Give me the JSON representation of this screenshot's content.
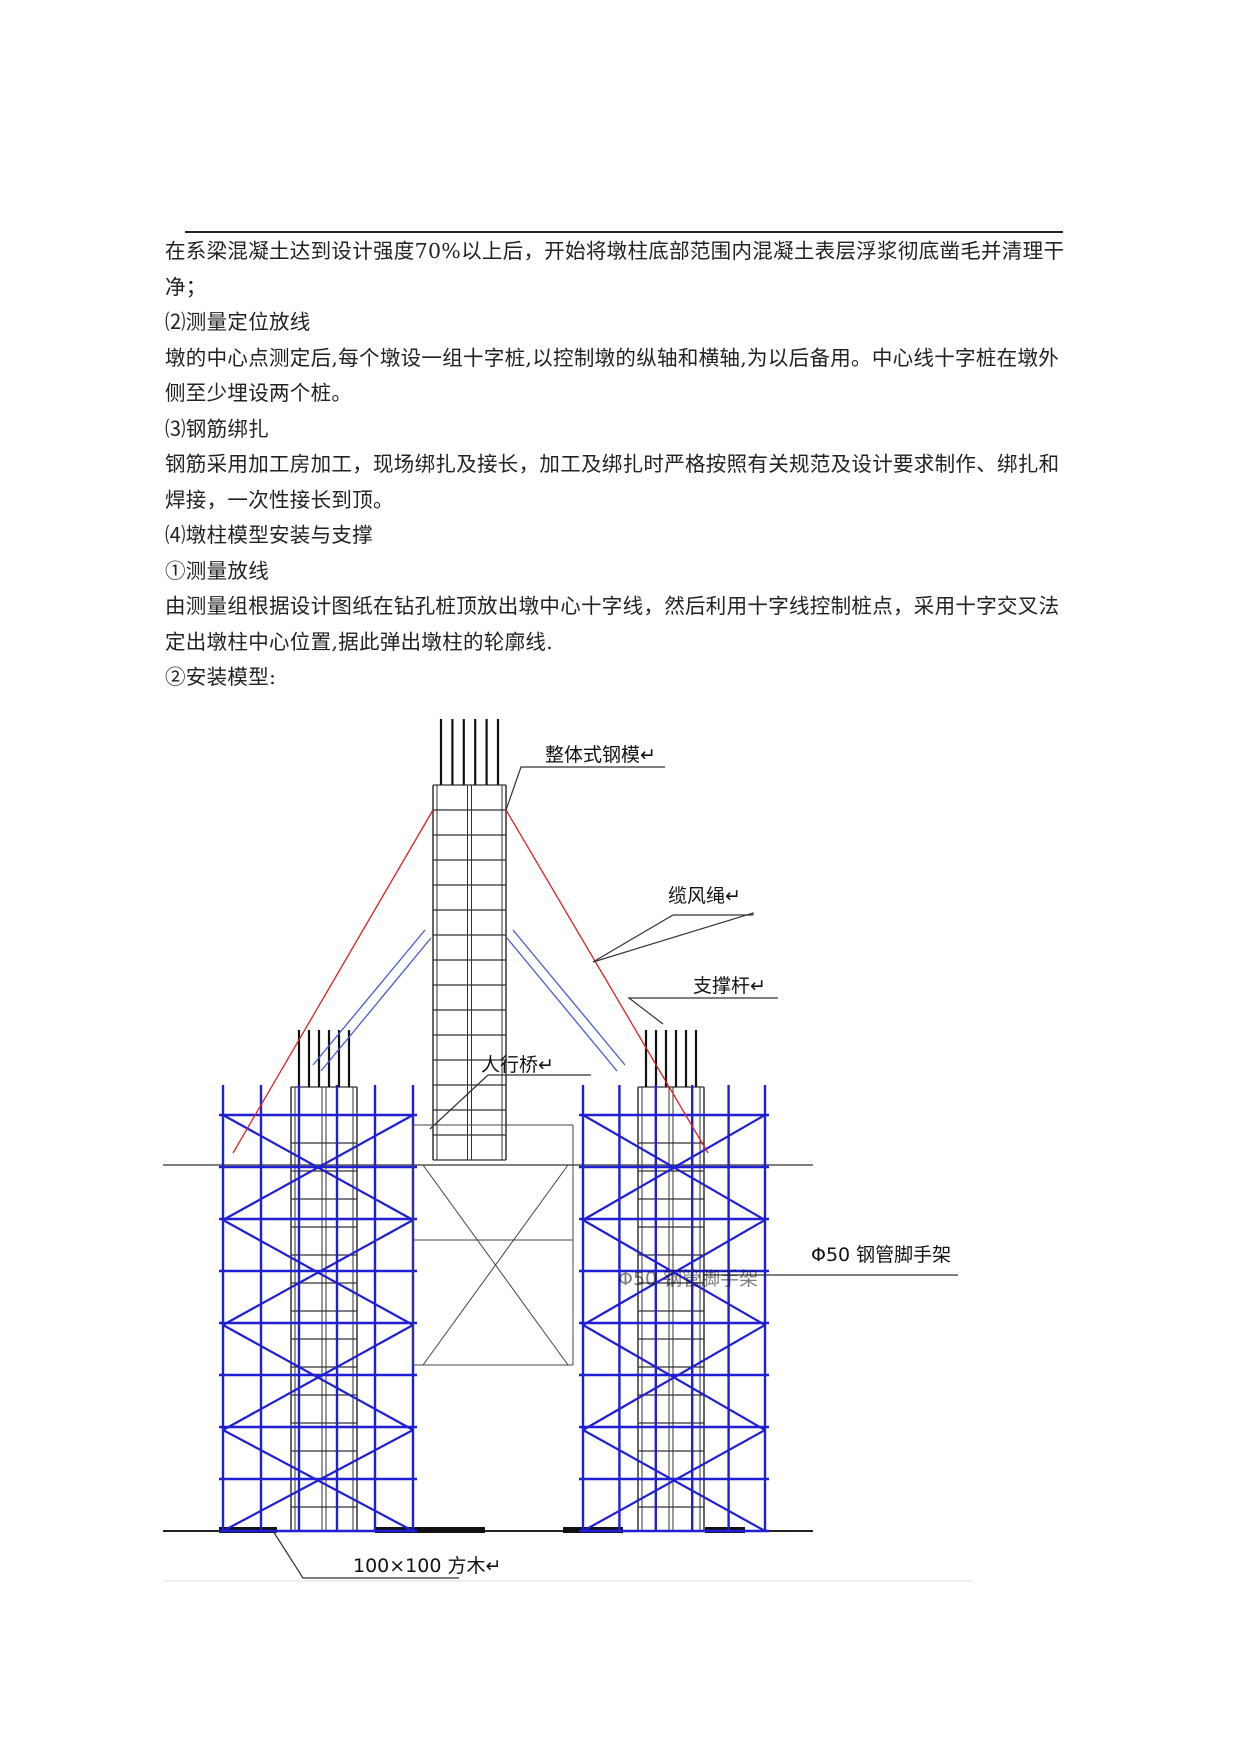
{
  "paragraphs": [
    "在系梁混凝土达到设计强度70%以上后，开始将墩柱底部范围内混凝土表层浮浆彻底凿毛并清理干净；",
    "⑵测量定位放线",
    "墩的中心点测定后,每个墩设一组十字桩,以控制墩的纵轴和横轴,为以后备用。中心线十字桩在墩外侧至少埋设两个桩。",
    "⑶钢筋绑扎",
    "钢筋采用加工房加工，现场绑扎及接长，加工及绑扎时严格按照有关规范及设计要求制作、绑扎和焊接，一次性接长到顶。",
    "⑷墩柱模型安装与支撑",
    "①测量放线",
    "由测量组根据设计图纸在钻孔桩顶放出墩中心十字线，然后利用十字线控制桩点，采用十字交叉法定出墩柱中心位置,据此弹出墩柱的轮廓线.",
    "②安装模型:"
  ],
  "figure": {
    "labels": {
      "steel_form": "整体式钢模↵",
      "guy_rope": "缆风绳↵",
      "strut": "支撑杆↵",
      "footbridge": "人行桥↵",
      "scaffold": "Φ50 钢管脚手架",
      "scaffold_overlap": "Φ50 钢管脚手架",
      "timber": "100×100 方木↵"
    },
    "colors": {
      "scaffold": "#1f1fd6",
      "guy_rope": "#e02020",
      "strut": "#4a5ad0",
      "column": "#333333"
    }
  }
}
